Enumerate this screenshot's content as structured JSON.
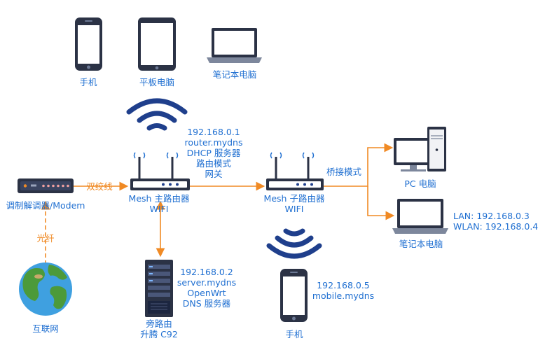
{
  "devices": {
    "phone_top": "手机",
    "tablet": "平板电脑",
    "laptop_top": "笔记本电脑",
    "modem": "调制解调器/Modem",
    "internet": "互联网",
    "main_router_name": "Mesh 主路由器",
    "main_router_wifi": "WIFI",
    "sub_router_name": "Mesh 子路由器",
    "sub_router_wifi": "WIFI",
    "side_router_line1": "旁路由",
    "side_router_line2": "升腾 C92",
    "pc": "PC 电脑",
    "laptop_right": "笔记本电脑",
    "phone_bottom": "手机"
  },
  "links": {
    "twisted_pair": "双绞线",
    "fiber": "光纤",
    "bridge_mode": "桥接模式"
  },
  "main_router_info": [
    "192.168.0.1",
    "router.mydns",
    "DHCP 服务器",
    "路由模式",
    "网关"
  ],
  "side_router_info": [
    "192.168.0.2",
    "server.mydns",
    "OpenWrt",
    "DNS 服务器"
  ],
  "mobile_info": [
    "192.168.0.5",
    "mobile.mydns"
  ],
  "laptop_info": [
    "LAN: 192.168.0.3",
    "WLAN: 192.168.0.4"
  ],
  "colors": {
    "blue": "#1f6fd1",
    "navy": "#1f3f8c",
    "orange": "#f08a24",
    "device_dark": "#233352"
  }
}
